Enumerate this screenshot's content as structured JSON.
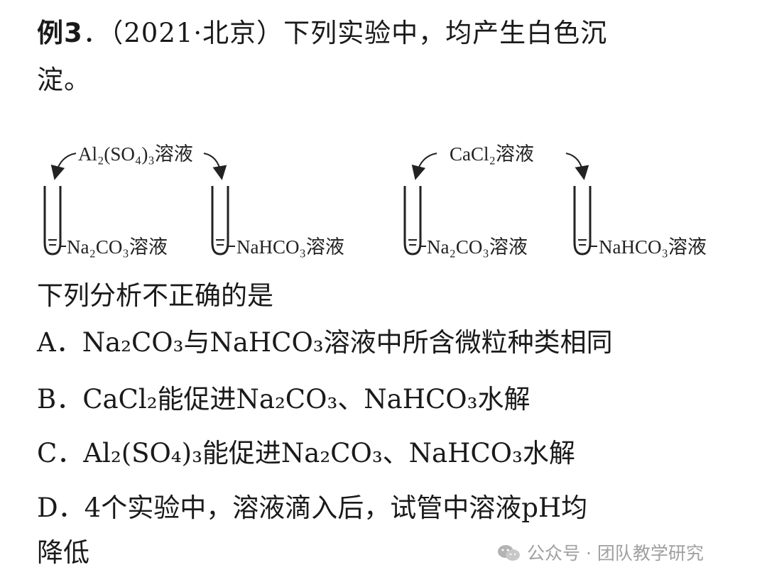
{
  "question": {
    "label": "例3",
    "title_rest": "．（2021·北京）下列实验中，均产生白色沉",
    "title_cont": "淀。",
    "prompt": "下列分析不正确的是"
  },
  "diagram": {
    "left_reagent": "Al₂(SO₄)₃溶液",
    "right_reagent": "CaCl₂溶液",
    "tube_na2co3": "Na₂CO₃溶液",
    "tube_nahco3": "NaHCO₃溶液"
  },
  "options": {
    "a": "A．Na₂CO₃与NaHCO₃溶液中所含微粒种类相同",
    "b": "B．CaCl₂能促进Na₂CO₃、NaHCO₃水解",
    "c": "C．Al₂(SO₄)₃能促进Na₂CO₃、NaHCO₃水解",
    "d_line1": "D．4个实验中，溶液滴入后，试管中溶液pH均",
    "d_line2": "降低"
  },
  "watermark": {
    "icon": "wechat-icon",
    "text": "公众号 · 团队教学研究"
  }
}
